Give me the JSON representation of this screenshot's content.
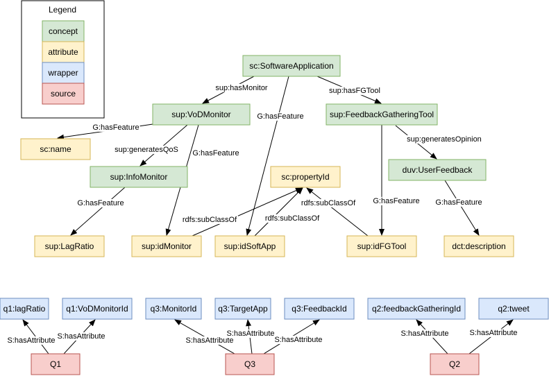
{
  "colors": {
    "concept": {
      "fill": "#d5e8d4",
      "stroke": "#82b366"
    },
    "attribute": {
      "fill": "#fff2cc",
      "stroke": "#d6b656"
    },
    "wrapper": {
      "fill": "#dae8fc",
      "stroke": "#6c8ebf"
    },
    "source": {
      "fill": "#f8cecc",
      "stroke": "#b85450"
    },
    "edge": "#000000"
  },
  "legend": {
    "title": "Legend",
    "items": [
      {
        "key": "concept",
        "label": "concept"
      },
      {
        "key": "attribute",
        "label": "attribute"
      },
      {
        "key": "wrapper",
        "label": "wrapper"
      },
      {
        "key": "source",
        "label": "source"
      }
    ]
  },
  "nodes": {
    "software_app": {
      "label": "sc:SoftwareApplication",
      "kind": "concept"
    },
    "vod_monitor": {
      "label": "sup:VoDMonitor",
      "kind": "concept"
    },
    "feedback_tool": {
      "label": "sup:FeedbackGatheringTool",
      "kind": "concept"
    },
    "name": {
      "label": "sc:name",
      "kind": "attribute"
    },
    "info_monitor": {
      "label": "sup:InfoMonitor",
      "kind": "concept"
    },
    "property_id": {
      "label": "sc:propertyId",
      "kind": "attribute"
    },
    "user_feedback": {
      "label": "duv:UserFeedback",
      "kind": "concept"
    },
    "lag_ratio": {
      "label": "sup:LagRatio",
      "kind": "attribute"
    },
    "id_monitor": {
      "label": "sup:idMonitor",
      "kind": "attribute"
    },
    "id_soft_app": {
      "label": "sup:idSoftApp",
      "kind": "attribute"
    },
    "id_fg_tool": {
      "label": "sup:idFGTool",
      "kind": "attribute"
    },
    "description": {
      "label": "dct:description",
      "kind": "attribute"
    },
    "q1_lag_ratio": {
      "label": "q1:lagRatio",
      "kind": "wrapper"
    },
    "q1_vod_monitor_id": {
      "label": "q1:VoDMonitorId",
      "kind": "wrapper"
    },
    "q3_monitor_id": {
      "label": "q3:MonitorId",
      "kind": "wrapper"
    },
    "q3_target_app": {
      "label": "q3:TargetApp",
      "kind": "wrapper"
    },
    "q3_feedback_id": {
      "label": "q3:FeedbackId",
      "kind": "wrapper"
    },
    "q2_feedback_gathering_id": {
      "label": "q2:feedbackGatheringId",
      "kind": "wrapper"
    },
    "q2_tweet": {
      "label": "q2:tweet",
      "kind": "wrapper"
    },
    "q1": {
      "label": "Q1",
      "kind": "source"
    },
    "q3": {
      "label": "Q3",
      "kind": "source"
    },
    "q2": {
      "label": "Q2",
      "kind": "source"
    }
  },
  "edges": [
    {
      "from": "software_app",
      "to": "vod_monitor",
      "label": "sup:hasMonitor"
    },
    {
      "from": "software_app",
      "to": "feedback_tool",
      "label": "sup:hasFGTool"
    },
    {
      "from": "software_app",
      "to": "id_soft_app",
      "label": "G:hasFeature"
    },
    {
      "from": "vod_monitor",
      "to": "name",
      "label": "G:hasFeature"
    },
    {
      "from": "vod_monitor",
      "to": "info_monitor",
      "label": "sup:generatesQoS"
    },
    {
      "from": "vod_monitor",
      "to": "id_monitor",
      "label": "G:hasFeature"
    },
    {
      "from": "feedback_tool",
      "to": "user_feedback",
      "label": "sup:generatesOpinion"
    },
    {
      "from": "feedback_tool",
      "to": "id_fg_tool",
      "label": "G:hasFeature"
    },
    {
      "from": "info_monitor",
      "to": "lag_ratio",
      "label": "G:hasFeature"
    },
    {
      "from": "user_feedback",
      "to": "description",
      "label": "G:hasFeature"
    },
    {
      "from": "id_monitor",
      "to": "property_id",
      "label": "rdfs:subClassOf"
    },
    {
      "from": "id_soft_app",
      "to": "property_id",
      "label": "rdfs:subClassOf"
    },
    {
      "from": "id_fg_tool",
      "to": "property_id",
      "label": "rdfs:subClassOf"
    },
    {
      "from": "q1",
      "to": "q1_lag_ratio",
      "label": "S:hasAttribute"
    },
    {
      "from": "q1",
      "to": "q1_vod_monitor_id",
      "label": "S:hasAttribute"
    },
    {
      "from": "q3",
      "to": "q3_monitor_id",
      "label": "S:hasAttribute"
    },
    {
      "from": "q3",
      "to": "q3_target_app",
      "label": "S:hasAttribute"
    },
    {
      "from": "q3",
      "to": "q3_feedback_id",
      "label": "S:hasAttribute"
    },
    {
      "from": "q2",
      "to": "q2_feedback_gathering_id",
      "label": "S:hasAttribute"
    },
    {
      "from": "q2",
      "to": "q2_tweet",
      "label": "S:hasAttribute"
    }
  ]
}
